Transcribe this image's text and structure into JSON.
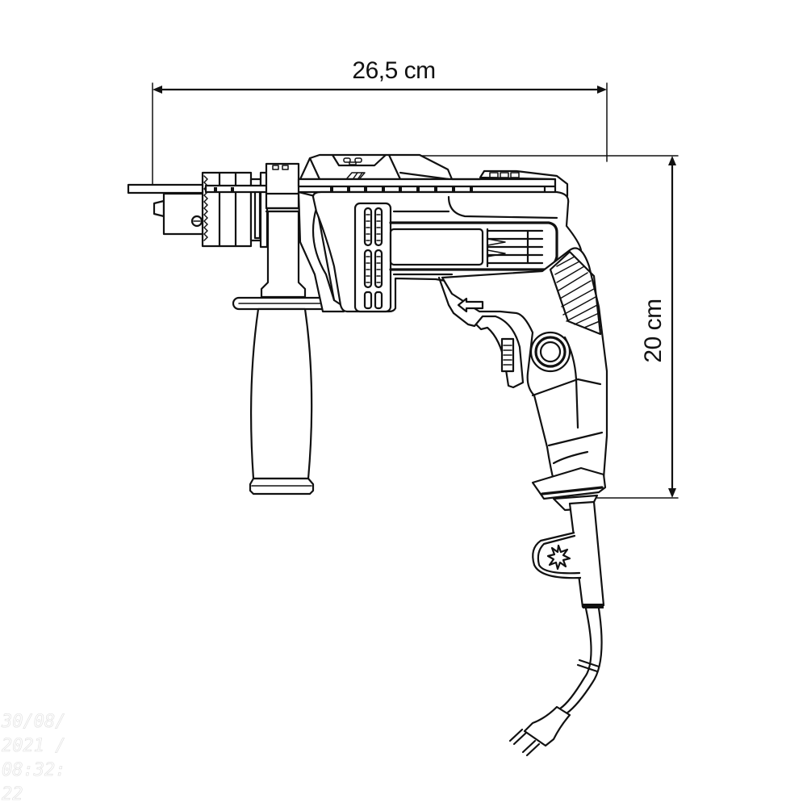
{
  "drawing": {
    "subject": "impact drill with side handle",
    "line_color": "#111111",
    "background": "#ffffff"
  },
  "dimensions": {
    "width": {
      "label": "26,5 cm",
      "value": 26.5,
      "unit": "cm",
      "orientation": "horizontal"
    },
    "height": {
      "label": "20 cm",
      "value": 20,
      "unit": "cm",
      "orientation": "vertical"
    }
  },
  "watermark": {
    "text": "30/08/\n2021 /\n08:32:\n22"
  },
  "parts": [
    {
      "id": "drill-bit",
      "label": "drill bit"
    },
    {
      "id": "keyed-chuck",
      "label": "keyed chuck"
    },
    {
      "id": "side-handle",
      "label": "auxiliary side handle"
    },
    {
      "id": "motor-housing",
      "label": "motor housing"
    },
    {
      "id": "depth-rod",
      "label": "depth rod"
    },
    {
      "id": "pistol-grip",
      "label": "pistol grip"
    },
    {
      "id": "trigger",
      "label": "trigger"
    },
    {
      "id": "lock-button",
      "label": "lock-on button"
    },
    {
      "id": "direction-arrow",
      "label": "rotation switch arrow"
    },
    {
      "id": "power-cord",
      "label": "power cord"
    },
    {
      "id": "plug",
      "label": "two-pin plug"
    }
  ]
}
